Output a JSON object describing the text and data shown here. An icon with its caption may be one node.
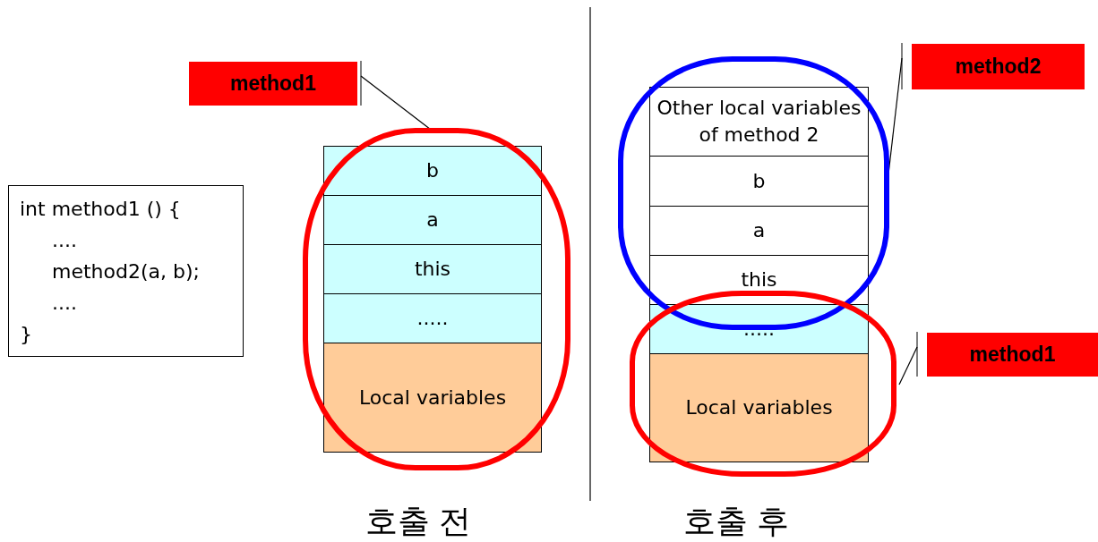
{
  "diagram": {
    "nodes": [
      {
        "text": [
          "int method1 () {",
          "....",
          "method2(a, b);",
          "....",
          "}"
        ]
      },
      {
        "text": [
          "method1"
        ]
      },
      {
        "text": [],
        "shape": "ellipse"
      },
      {
        "text": [
          "b"
        ],
        "in": 2
      },
      {
        "text": [
          "a"
        ],
        "in": 2
      },
      {
        "text": [
          "this"
        ],
        "in": 2
      },
      {
        "text": [
          "....."
        ],
        "in": 2
      },
      {
        "text": [
          "Local variables"
        ],
        "in": 2
      },
      {
        "text": [
          "method2"
        ]
      },
      {
        "text": [],
        "shape": "ellipse"
      },
      {
        "text": [
          "Other local variables of method 2"
        ],
        "in": 9
      },
      {
        "text": [
          "b"
        ],
        "in": 9
      },
      {
        "text": [
          "a"
        ],
        "in": 9
      },
      {
        "text": [
          "this"
        ],
        "in": 9
      },
      {
        "text": [
          "....."
        ],
        "in": 16
      },
      {
        "text": [
          "Local variables"
        ],
        "in": 16
      },
      {
        "text": [],
        "shape": "ellipse"
      },
      {
        "text": [
          "method1"
        ]
      }
    ],
    "edges": [
      {
        "from": 1,
        "to": 2,
        "arrow": "none"
      },
      {
        "from": 8,
        "to": 9,
        "arrow": "none"
      },
      {
        "from": 17,
        "to": 16,
        "arrow": "none"
      }
    ],
    "labels": [
      "호출 전",
      "호출 후"
    ]
  }
}
